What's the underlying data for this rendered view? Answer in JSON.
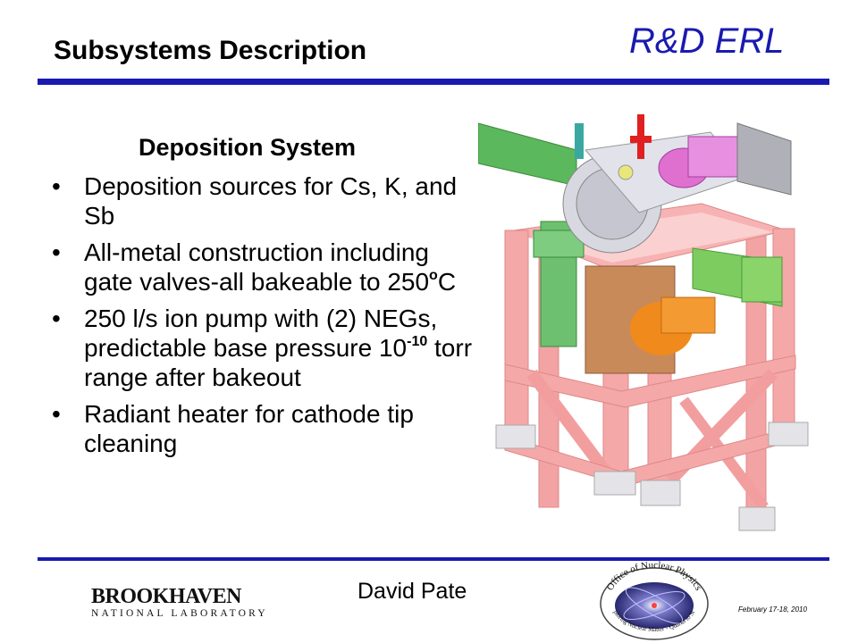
{
  "header": {
    "title": "Subsystems Description",
    "brand": "R&D ERL"
  },
  "main": {
    "heading": "Deposition System",
    "bullets": [
      {
        "text": "Deposition sources for Cs, K, and Sb"
      },
      {
        "pre": "All-metal construction including gate valves-all bakeable to 250",
        "sup": "o",
        "post": "C"
      },
      {
        "pre": "250 l/s ion pump with (2) NEGs, predictable base pressure 10",
        "sup": "-10",
        "post": " torr range after bakeout"
      },
      {
        "text": "Radiant heater for cathode tip cleaning"
      }
    ]
  },
  "footer": {
    "presenter": "David Pate",
    "date": "February 17-18, 2010",
    "logo_left": {
      "word": "BROOKHAVEN",
      "sub": "NATIONAL LABORATORY"
    },
    "logo_right": {
      "top_text": "Office of Nuclear Physics",
      "bottom_text": "Exploring Nuclear Matter - Quarks to Stars"
    }
  },
  "colors": {
    "accent": "#1a1ab0",
    "frame": "#f7a8a8",
    "chamber": "#d8d8e0",
    "green_arm": "#5cb85c",
    "orange": "#f08a1c",
    "magenta": "#e070d0"
  }
}
